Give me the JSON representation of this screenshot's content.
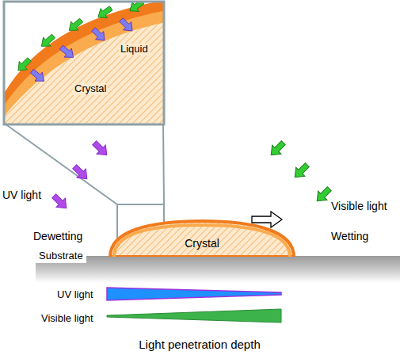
{
  "diagram": {
    "nodes": [
      {
        "text": [
          "Crystal"
        ]
      },
      {
        "text": [
          "Substrate"
        ]
      }
    ],
    "labels": [
      "Liquid",
      "Crystal",
      "UV light",
      "Visible light",
      "Dewetting",
      "Wetting",
      "UV light",
      "Visible light",
      "Light penetration depth"
    ]
  }
}
